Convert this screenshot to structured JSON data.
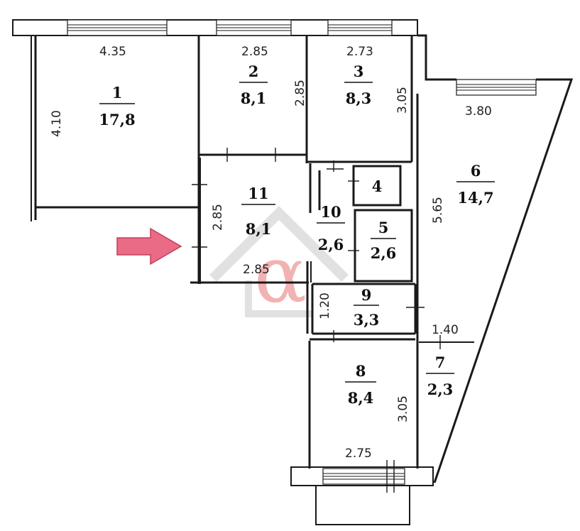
{
  "rooms": [
    {
      "number": "1",
      "area": "17,8"
    },
    {
      "number": "2",
      "area": "8,1"
    },
    {
      "number": "3",
      "area": "8,3"
    },
    {
      "number": "4",
      "area": ""
    },
    {
      "number": "5",
      "area": "2,6"
    },
    {
      "number": "6",
      "area": "14,7"
    },
    {
      "number": "7",
      "area": "2,3"
    },
    {
      "number": "8",
      "area": "8,4"
    },
    {
      "number": "9",
      "area": "3,3"
    },
    {
      "number": "10",
      "area": "2,6"
    },
    {
      "number": "11",
      "area": "8,1"
    }
  ],
  "dimensions": {
    "d1_width": "4.35",
    "d1_height": "4.10",
    "d2_width": "2.85",
    "d2_height": "2.85",
    "d3_width": "2.73",
    "d3_height": "3.05",
    "d6_width": "3.80",
    "d6_height": "5.65",
    "d11_height": "2.85",
    "d11_width": "2.85",
    "d9_height": "1.20",
    "d7_width": "1.40",
    "d8_height": "3.05",
    "d8_width": "2.75"
  },
  "colors": {
    "arrow": "#ea6b86",
    "watermark": "#e35a5a",
    "watermark_house": "#c9c9c9"
  },
  "icons": {
    "entrance": "arrow-right-icon",
    "watermark": "alpha-house-logo-icon"
  }
}
